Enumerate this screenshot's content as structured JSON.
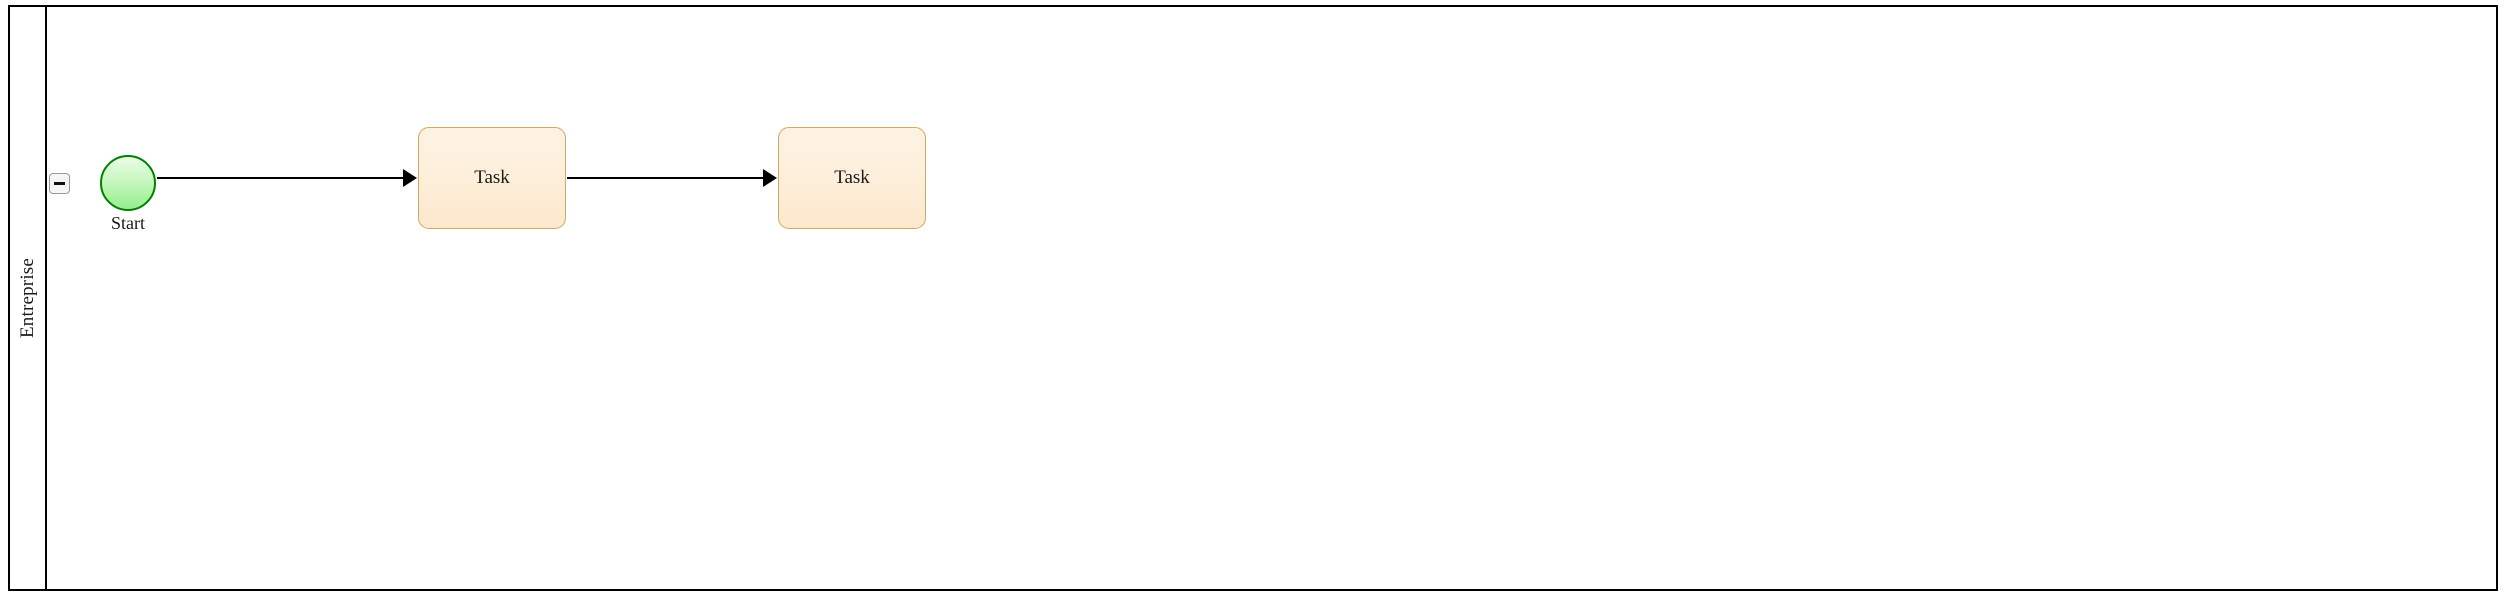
{
  "diagram": {
    "type": "bpmn-process",
    "pool": {
      "name": "Entreprise",
      "collapse_toggle": {
        "icon": "minus-icon",
        "state": "expanded"
      }
    },
    "nodes": [
      {
        "id": "start-event",
        "type": "start-event",
        "label": "Start",
        "shape": "circle",
        "fill_top": "#EAFDE9",
        "fill_bottom": "#95EE8F",
        "stroke": "#008000"
      },
      {
        "id": "task-1",
        "type": "task",
        "label": "Task",
        "shape": "rounded-rect",
        "fill_top": "#FDF3E3",
        "fill_bottom": "#FCE8CC",
        "stroke": "#D6A764"
      },
      {
        "id": "task-2",
        "type": "task",
        "label": "Task",
        "shape": "rounded-rect",
        "fill_top": "#FDF3E3",
        "fill_bottom": "#FCE8CC",
        "stroke": "#D6A764"
      }
    ],
    "flows": [
      {
        "id": "flow-1",
        "from": "start-event",
        "to": "task-1",
        "style": "solid-arrow",
        "color": "#000000"
      },
      {
        "id": "flow-2",
        "from": "task-1",
        "to": "task-2",
        "style": "solid-arrow",
        "color": "#000000"
      }
    ],
    "colors": {
      "pool_border": "#000000",
      "canvas_background": "#FFFFFF",
      "toggle_border": "#9A9A9A",
      "toggle_background": "#F6F6F6"
    }
  }
}
